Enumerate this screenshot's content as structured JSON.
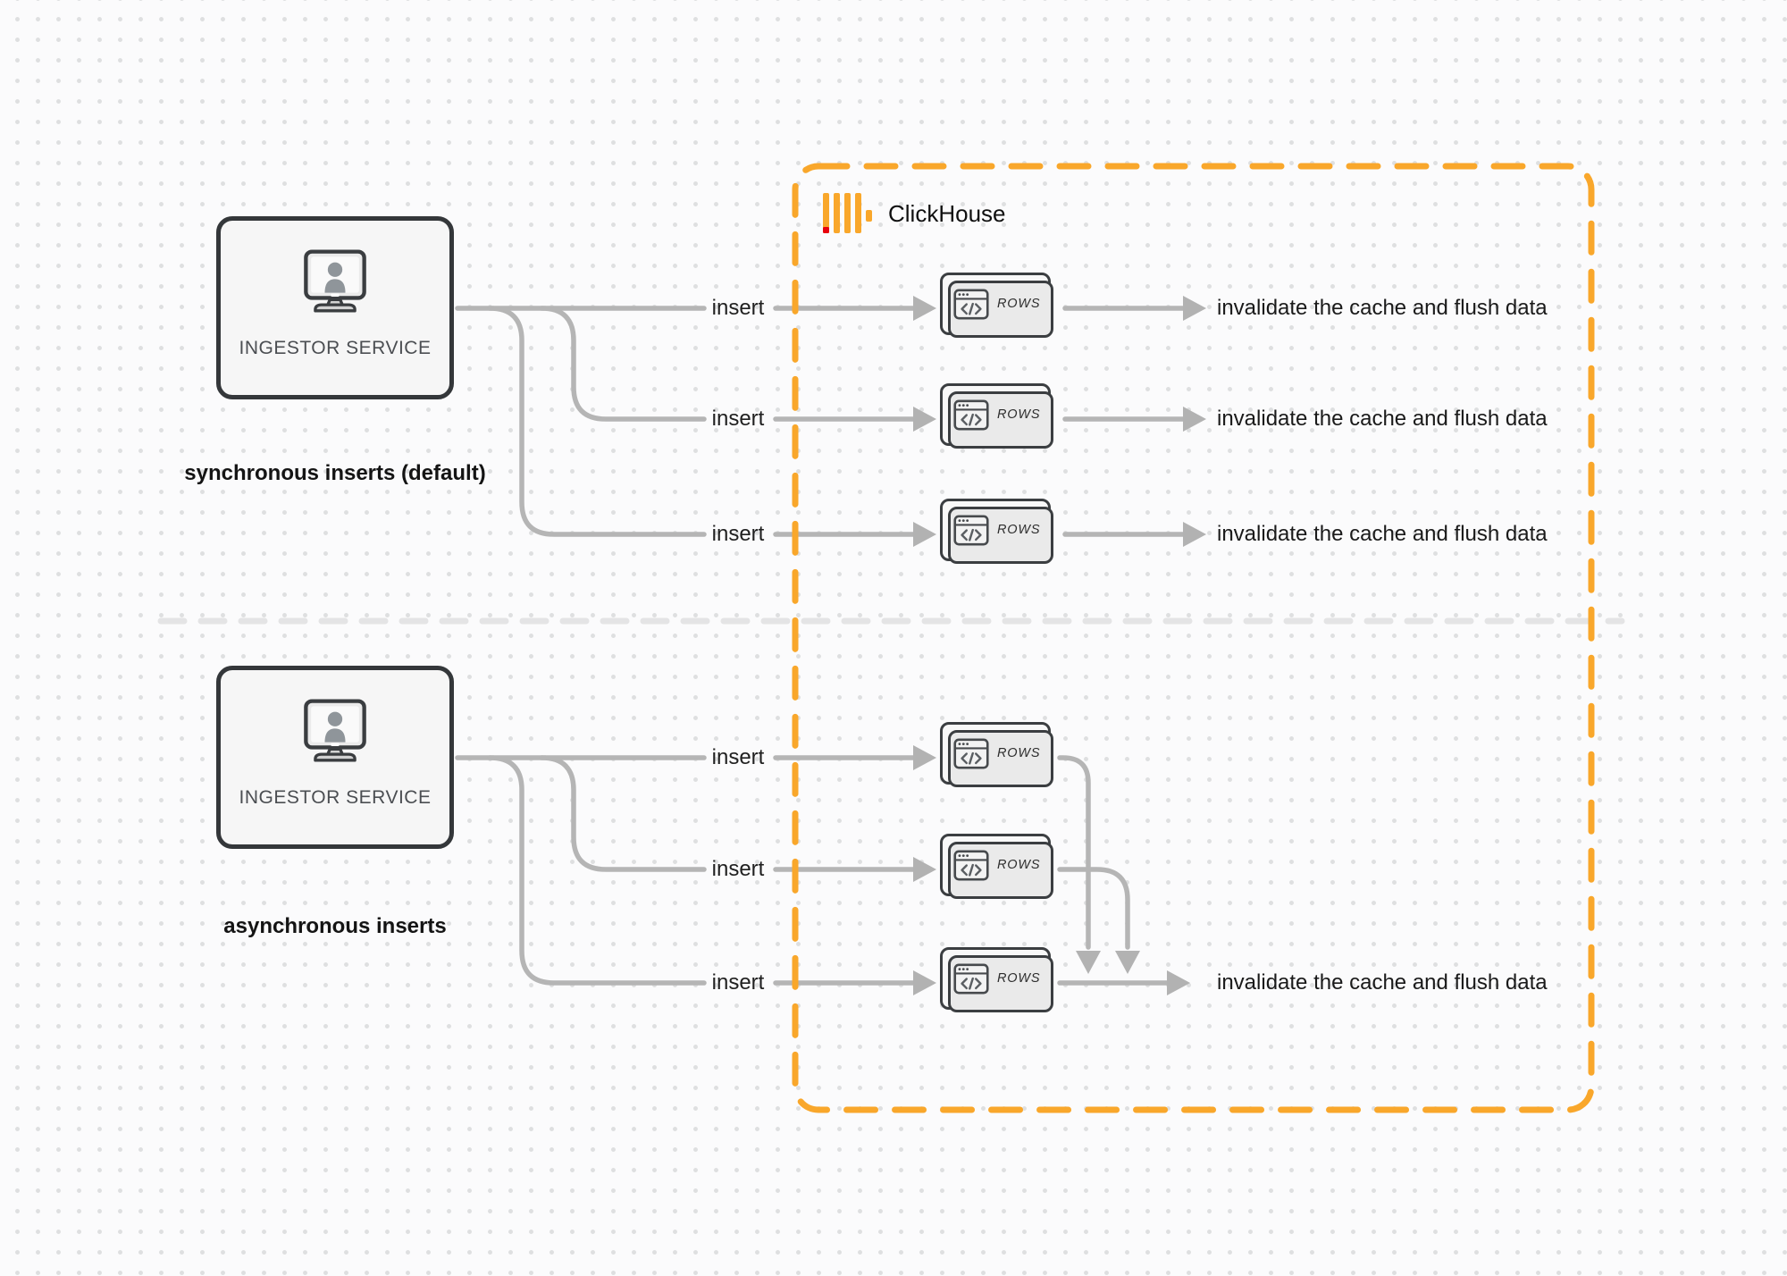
{
  "diagram": {
    "clickhouse": {
      "label": "ClickHouse"
    },
    "sections": [
      {
        "caption": "synchronous inserts (default)",
        "service": {
          "label": "INGESTOR SERVICE"
        },
        "flows": [
          {
            "insert_label": "insert",
            "card_label": "ROWS",
            "result_label": "invalidate the cache and flush data"
          },
          {
            "insert_label": "insert",
            "card_label": "ROWS",
            "result_label": "invalidate the cache and flush data"
          },
          {
            "insert_label": "insert",
            "card_label": "ROWS",
            "result_label": "invalidate the cache and flush data"
          }
        ]
      },
      {
        "caption": "asynchronous inserts",
        "service": {
          "label": "INGESTOR SERVICE"
        },
        "flows": [
          {
            "insert_label": "insert",
            "card_label": "ROWS"
          },
          {
            "insert_label": "insert",
            "card_label": "ROWS"
          },
          {
            "insert_label": "insert",
            "card_label": "ROWS",
            "result_label": "invalidate the cache and flush data"
          }
        ]
      }
    ],
    "colors": {
      "accent_orange": "#F9A72B",
      "logo_red": "#E8000D",
      "connector_gray": "#B5B5B5",
      "divider_gray": "#E4E4E5",
      "text_dark": "#1A1A1A"
    }
  }
}
